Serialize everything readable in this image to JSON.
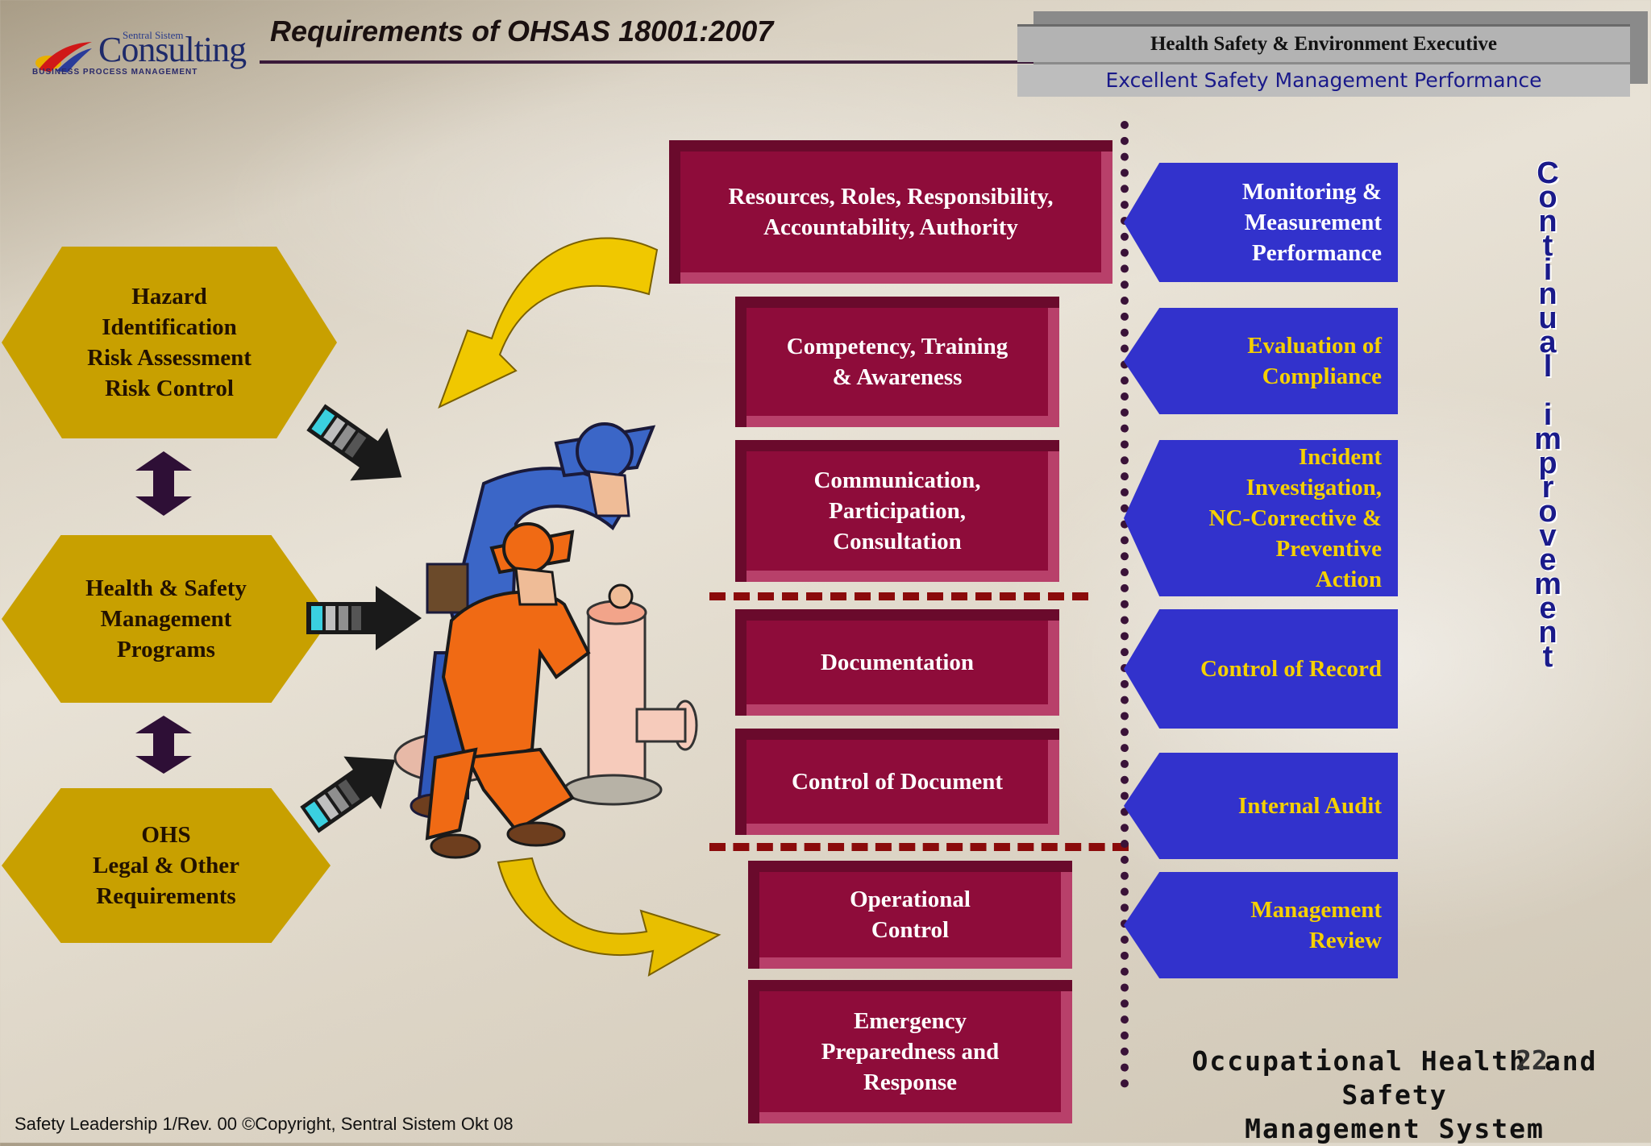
{
  "logo": {
    "small_text": "Sentral Sistem",
    "big_text": "Consulting",
    "sub_text": "BUSINESS PROCESS MANAGEMENT"
  },
  "header": {
    "title": "Requirements of OHSAS 18001:2007",
    "hse_label": "Health Safety & Environment Executive",
    "tagline": "Excellent Safety Management Performance"
  },
  "left_hexagons": [
    "Hazard\nIdentification\nRisk Assessment\nRisk Control",
    "Health & Safety\nManagement\nPrograms",
    "OHS\nLegal & Other\nRequirements"
  ],
  "center_boxes": [
    "Resources, Roles, Responsibility,\nAccountability, Authority",
    "Competency, Training\n& Awareness",
    "Communication,\nParticipation,\nConsultation",
    "Documentation",
    "Control of Document",
    "Operational\nControl",
    "Emergency\nPreparedness and\nResponse"
  ],
  "right_boxes": [
    {
      "text": "Monitoring &\nMeasurement\nPerformance",
      "color": "#ffffff"
    },
    {
      "text": "Evaluation of\nCompliance",
      "color": "#f5d000"
    },
    {
      "text": "Incident\nInvestigation,\nNC-Corrective &\nPreventive\nAction",
      "color": "#f5d000"
    },
    {
      "text": "Control of Record",
      "color": "#f5d000"
    },
    {
      "text": "Internal Audit",
      "color": "#f5d000"
    },
    {
      "text": "Management\nReview",
      "color": "#f5d000"
    }
  ],
  "vertical_label": "Continual Improvement",
  "bottom_title": "Occupational Health and Safety\nManagement System",
  "page_number": "22",
  "footer": "Safety Leadership 1/Rev. 00 ©Copyright, Sentral Sistem Okt 08",
  "colors": {
    "gold": "#c8a000",
    "crimson": "#8e0c3a",
    "blue": "#3232cc",
    "dash_red": "#8b0b0b"
  }
}
